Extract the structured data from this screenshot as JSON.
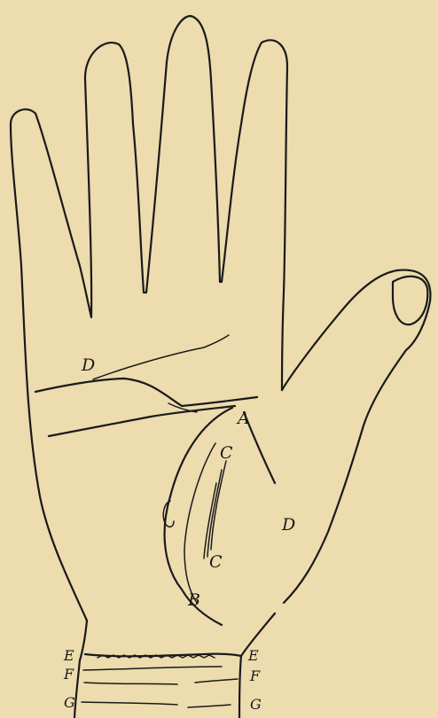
{
  "labels": {
    "d_top": "D",
    "a": "A",
    "c_top": "C",
    "d_right": "D",
    "c_bottom": "C",
    "b": "B",
    "e_left": "E",
    "e_right": "E",
    "f_left": "F",
    "f_right": "F",
    "g_left": "G",
    "g_right": "G"
  },
  "colors": {
    "background": "#ecdcae",
    "ink": "#1a1a1a"
  }
}
